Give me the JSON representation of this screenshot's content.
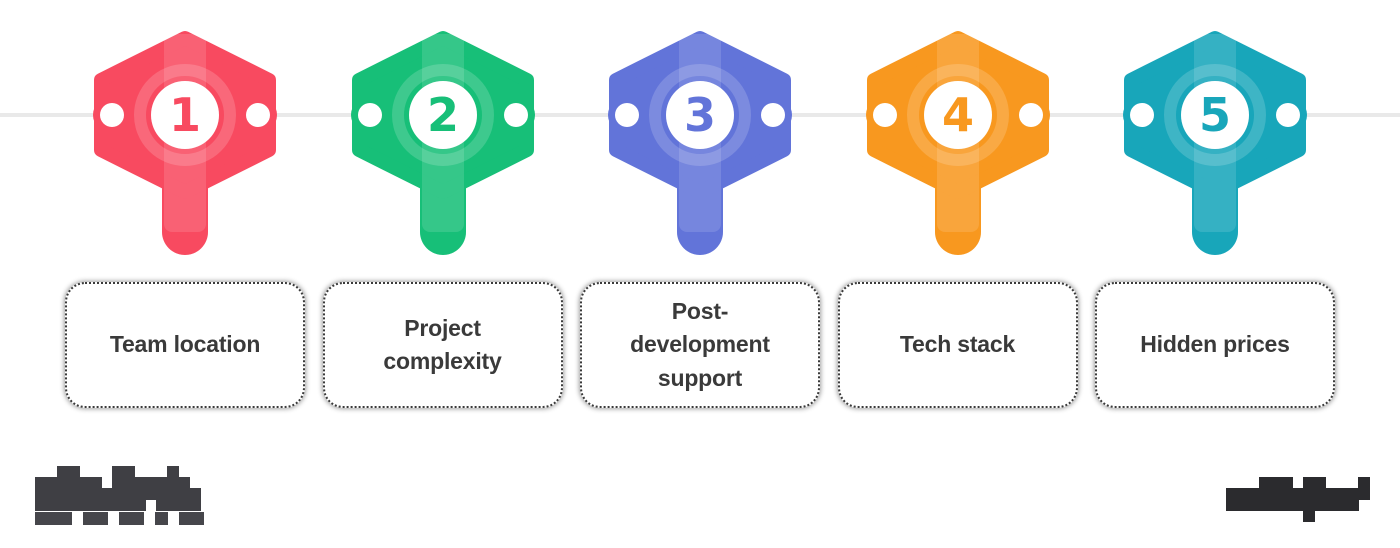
{
  "timeline": {
    "line_color": "#e9e9e9",
    "steps": [
      {
        "number": "1",
        "label": "Team location",
        "color": "#f84a60"
      },
      {
        "number": "2",
        "label": "Project complexity",
        "color": "#17bf78"
      },
      {
        "number": "3",
        "label": "Post-development support",
        "color": "#6274d9"
      },
      {
        "number": "4",
        "label": "Tech stack",
        "color": "#f8981f"
      },
      {
        "number": "5",
        "label": "Hidden prices",
        "color": "#18a6ba"
      }
    ]
  },
  "footer": {
    "left_logo": {
      "icon": "pixelated-logo",
      "color": "#3f3f44",
      "cell": 11,
      "rows": [
        "  ##   ##   #  ",
        "###### ####### ",
        "###############",
        "########## ####"
      ]
    },
    "left_logo_subtitle": {
      "icon": "pixelated-logo",
      "color": "#46464b",
      "cell": 12,
      "rows": [
        "### ## ## # ##"
      ]
    },
    "right_logo": {
      "icon": "pixelated-logo",
      "color": "#2b2b2e",
      "cell": 11,
      "rows": [
        "   ### ##   #",
        "#############",
        "############ ",
        "       #     "
      ]
    }
  }
}
